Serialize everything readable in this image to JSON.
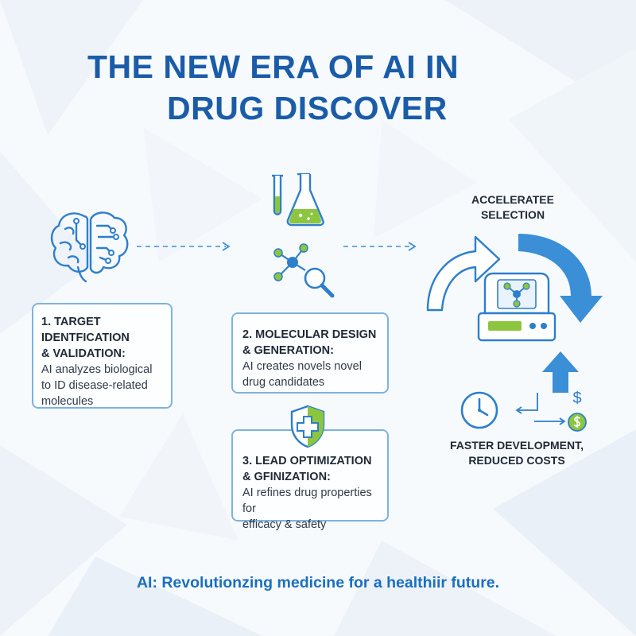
{
  "title": {
    "line1": "THE NEW ERA OF AI IN",
    "line2": "DRUG DISCOVER"
  },
  "steps": [
    {
      "heading": "1. TARGET\nIDENTFICATION\n& VALIDATION:",
      "description": "AI analyzes biological\nto ID disease-related\nmolecules"
    },
    {
      "heading": "2. MOLECULAR DESIGN\n& GENERATION:",
      "description": "AI creates novels novel\ndrug candidates"
    },
    {
      "heading": "3. LEAD OPTIMIZATION\n& GFINIZATION:",
      "description": "AI refines drug properties for\nefficacy & safety"
    }
  ],
  "right_panel": {
    "top_label": "ACCELERATEE\nSELECTION",
    "bottom_label": "FASTER DEVELOPMENT,\nREDUCED COSTS",
    "currency_symbol": "$"
  },
  "footer": "AI: Revolutionzing medicine for a healthiir future.",
  "colors": {
    "title_blue": "#1a5ca8",
    "accent_blue": "#3a8fd6",
    "accent_green": "#8cc63f",
    "box_border": "#7db3e0"
  },
  "icons": [
    "brain-icon",
    "test-tube-icon",
    "flask-icon",
    "molecule-search-icon",
    "shield-cross-icon",
    "curved-arrow-icon",
    "lab-machine-icon",
    "up-arrow-icon",
    "clock-icon",
    "dollar-coin-icon"
  ]
}
